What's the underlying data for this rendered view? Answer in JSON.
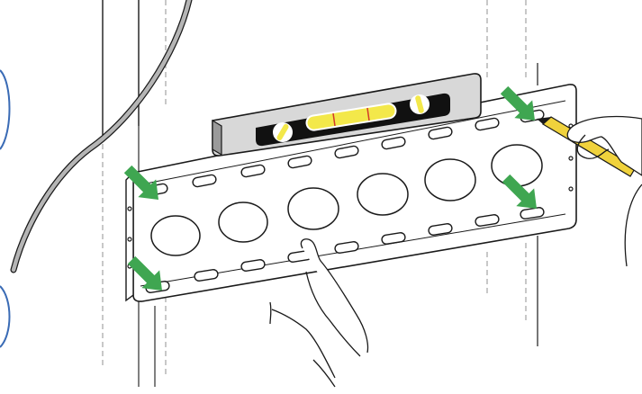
{
  "illustration": {
    "subject": "wall-mount-bracket-leveling",
    "colors": {
      "line": "#1a1a1a",
      "stud_dash": "#9a9a9a",
      "cable": "#9e9e9e",
      "level_body": "#d8d8d8",
      "level_window": "#111111",
      "vial": "#f3e84a",
      "vial_mark": "#d23a2a",
      "arrow": "#3fa651",
      "pencil": "#f0d23c",
      "side_circle": "#3a6bb5"
    },
    "arrows": {
      "count": 4,
      "meaning": "mark-screw-holes"
    },
    "icons": [
      "spirit-level-icon",
      "pencil-icon",
      "hand-icon",
      "arrow-icon"
    ]
  }
}
